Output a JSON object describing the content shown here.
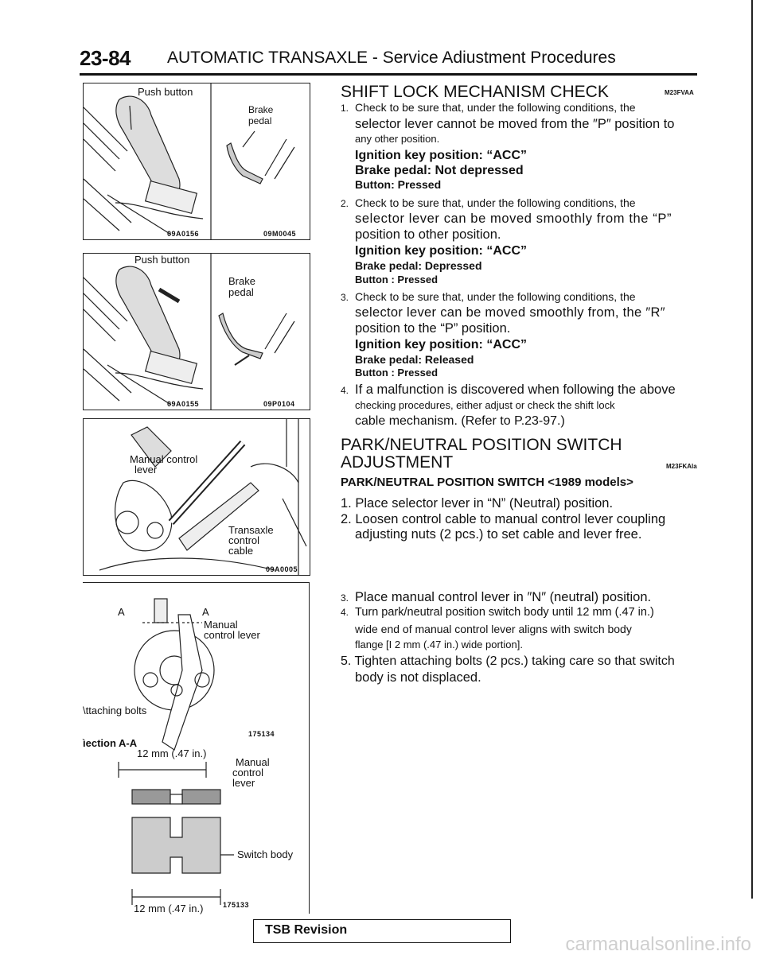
{
  "header": {
    "page_number": "23-84",
    "title": "AUTOMATIC TRANSAXLE - Service Adiustment Procedures"
  },
  "figures": {
    "fig1": {
      "label_push": "Push button",
      "label_brake": "Brake",
      "label_pedal": "pedal",
      "code_left": "09A0156",
      "code_right": "09M0045"
    },
    "fig2": {
      "label_push": "Push button",
      "label_brake": "Brake",
      "label_pedal": "pedal",
      "code_left": "09A0155",
      "code_right": "09P0104"
    },
    "fig3": {
      "label_manual": "Manual control",
      "label_lever": "lever",
      "label_transaxle": "Transaxle",
      "label_control": "control",
      "label_cable": "cable",
      "code": "09A0005"
    },
    "fig4": {
      "label_a_left": "A",
      "label_a_right": "A",
      "label_manual": "Manual",
      "label_control_lever": "control lever",
      "label_attaching": "\\ttaching bolts",
      "code_top": "175134",
      "label_section": "ìection A-A",
      "dim_top": "12 mm (.47 in.)",
      "label_manual2": "Manual",
      "label_control2": "control",
      "label_lever2": "lever",
      "label_switch_body": "Switch body",
      "dim_bottom": "12 mm (.47 in.)",
      "code_bottom": "175133"
    }
  },
  "shift_lock": {
    "heading": "SHIFT LOCK MECHANISM CHECK",
    "code": "M23FVAA",
    "steps": [
      {
        "num": "1.",
        "line1": "Check to be sure that, under the following conditions, the",
        "line2": "selector lever cannot be moved from the ″P″ position to",
        "line3": "any other position.",
        "cond1": "Ignition key position: “ACC”",
        "cond2": "Brake pedal: Not depressed",
        "cond3": "Button: Pressed"
      },
      {
        "num": "2.",
        "line1": "Check to be sure that, under the following conditions, the",
        "line2": "selector lever can be moved smoothly from the “P”",
        "line3": "position to other position.",
        "cond1": "Ignition key position: “ACC”",
        "cond2": "Brake pedal: Depressed",
        "cond3": "Button : Pressed"
      },
      {
        "num": "3.",
        "line1": "Check to be sure that, under the following conditions, the",
        "line2": "selector lever can be moved smoothly from, the ″R″",
        "line3": "position to the “P” position.",
        "cond1": "Ignition key position: “ACC”",
        "cond2": "Brake pedal: Released",
        "cond3": "Button : Pressed"
      },
      {
        "num": "4.",
        "line1": "If a malfunction is discovered when following the above",
        "line2": "checking procedures, either adjust or check the shift lock",
        "line3": "cable mechanism. (Refer to P.23-97.)"
      }
    ]
  },
  "park_neutral": {
    "heading1": "PARK/NEUTRAL POSITION SWITCH",
    "heading2": "ADJUSTMENT",
    "code": "M23FKAla",
    "subheading": "PARK/NEUTRAL POSITION SWITCH <1989 models>",
    "steps": [
      "1. Place selector lever in “N” (Neutral) position.",
      "2. Loosen control cable to manual control lever coupling",
      "adjusting nuts (2 pcs.) to set cable and lever free.",
      "3.",
      "Place manual control lever in ″N″ (neutral) position.",
      "4.",
      "Turn park/neutral position switch body until 12 mm (.47 in.)",
      "wide end of manual control lever aligns with switch body",
      "flange [I 2 mm (.47 in.) wide portion].",
      "5. Tighten attaching bolts (2 pcs.) taking care so that switch",
      "body is not displaced."
    ]
  },
  "footer": {
    "tsb_label": "TSB Revision",
    "watermark": "carmanualsonline.info"
  }
}
